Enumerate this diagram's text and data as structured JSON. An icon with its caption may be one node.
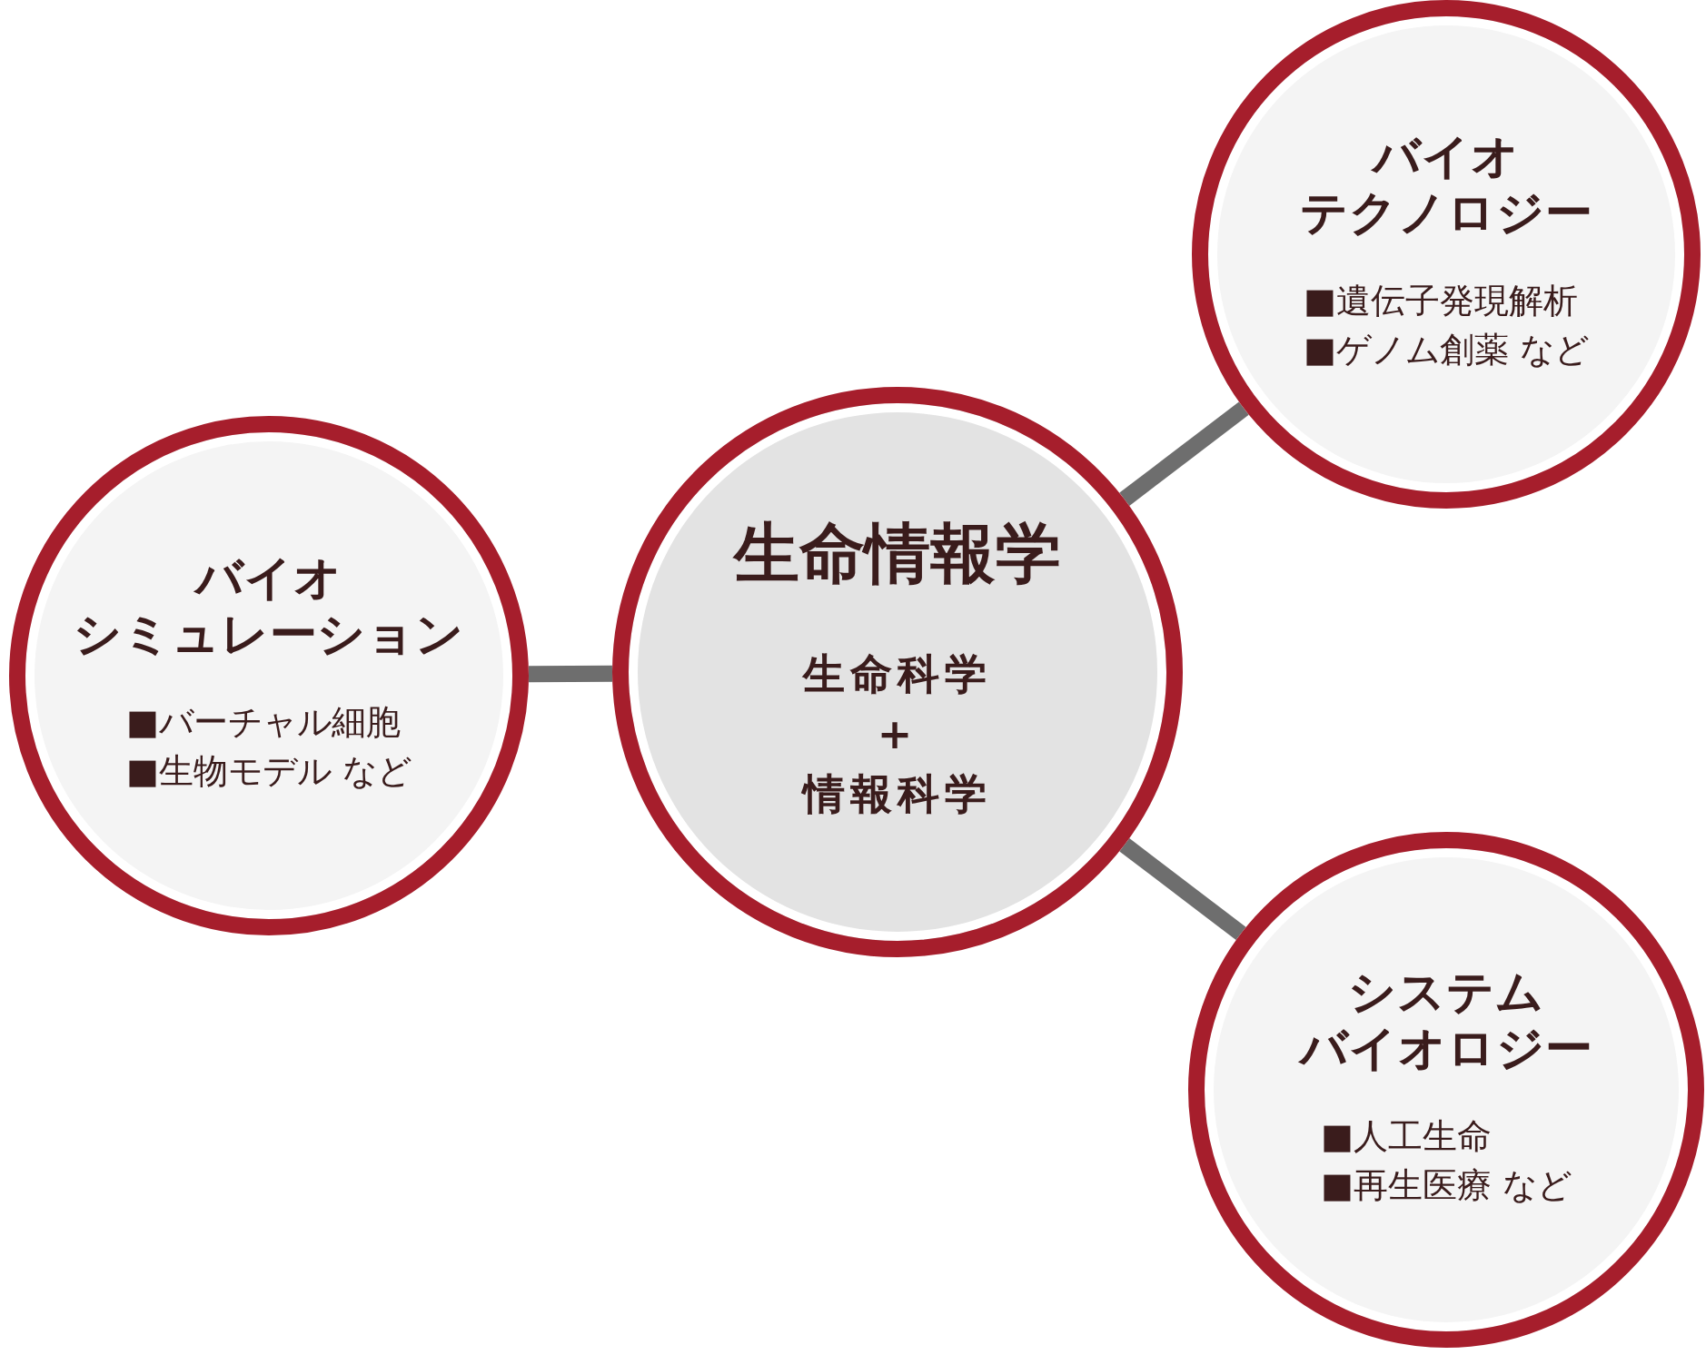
{
  "diagram": {
    "nodes": [
      {
        "text": [
          "生命情報学",
          "生命科学",
          "+",
          "情報科学"
        ]
      },
      {
        "text": [
          "バイオシミュレーション",
          "■バーチャル細胞",
          "■生物モデル など"
        ]
      },
      {
        "text": [
          "バイオテクノロジー",
          "■遺伝子発現解析",
          "■ゲノム創薬 など"
        ]
      },
      {
        "text": [
          "システムバイオロジー",
          "■人工生命",
          "■再生医療 など"
        ]
      }
    ],
    "edges": [
      {
        "from": 0,
        "to": 1,
        "arrow": "none"
      },
      {
        "from": 0,
        "to": 2,
        "arrow": "none"
      },
      {
        "from": 0,
        "to": 3,
        "arrow": "none"
      }
    ]
  }
}
